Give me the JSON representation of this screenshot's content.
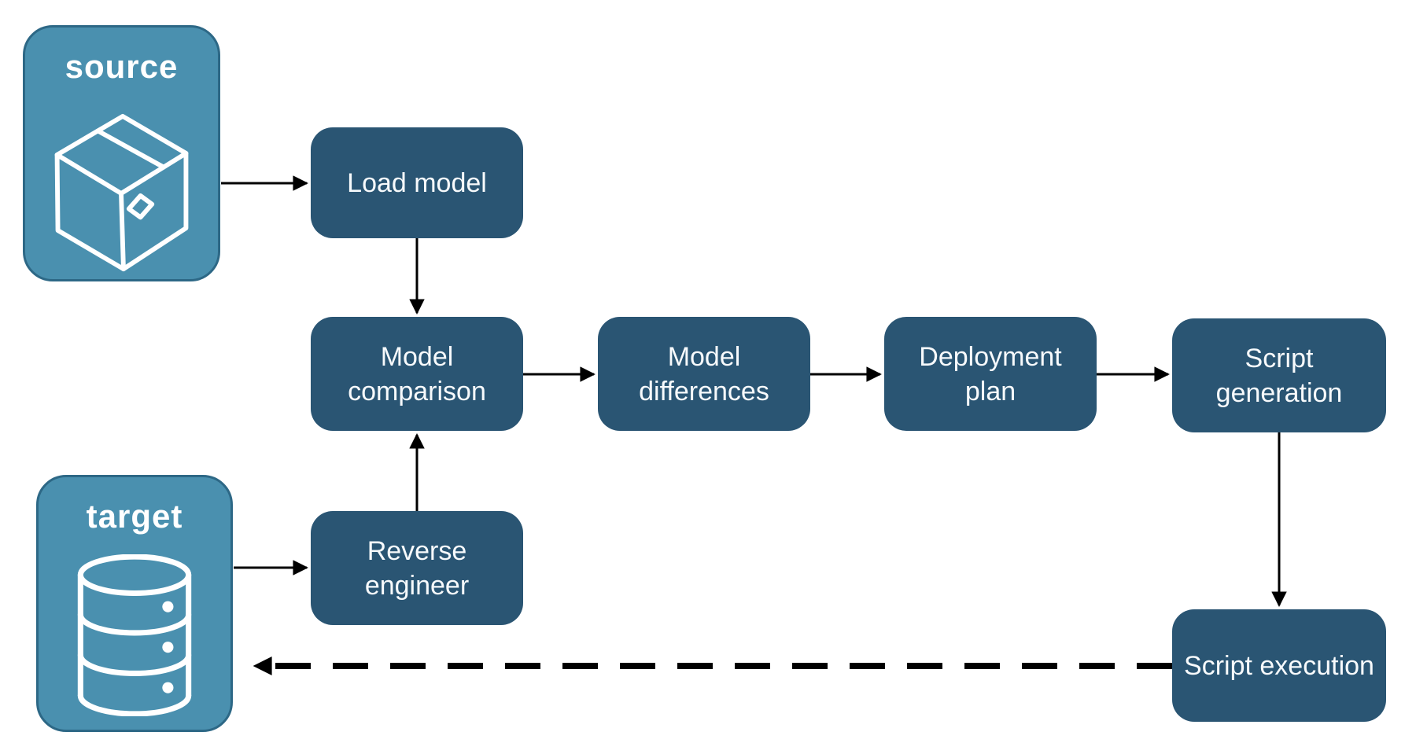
{
  "diagram": {
    "colors": {
      "entity_fill": "#4A90AF",
      "entity_border": "#2D6886",
      "step_fill": "#2A5573",
      "node_text": "#F7FAFC",
      "arrow": "#000000",
      "canvas_bg": "#FFFFFF"
    },
    "entities": [
      {
        "id": "source",
        "label": "source",
        "icon": "package-icon"
      },
      {
        "id": "target",
        "label": "target",
        "icon": "database-icon"
      }
    ],
    "steps": [
      {
        "id": "load-model",
        "label": "Load model"
      },
      {
        "id": "model-comparison",
        "label": "Model comparison"
      },
      {
        "id": "model-differences",
        "label": "Model differences"
      },
      {
        "id": "deployment-plan",
        "label": "Deployment plan"
      },
      {
        "id": "script-generation",
        "label": "Script generation"
      },
      {
        "id": "script-execution",
        "label": "Script execution"
      },
      {
        "id": "reverse-engineer",
        "label": "Reverse engineer"
      }
    ],
    "flows": [
      {
        "from": "source",
        "to": "load-model",
        "style": "solid"
      },
      {
        "from": "load-model",
        "to": "model-comparison",
        "style": "solid"
      },
      {
        "from": "model-comparison",
        "to": "model-differences",
        "style": "solid"
      },
      {
        "from": "model-differences",
        "to": "deployment-plan",
        "style": "solid"
      },
      {
        "from": "deployment-plan",
        "to": "script-generation",
        "style": "solid"
      },
      {
        "from": "script-generation",
        "to": "script-execution",
        "style": "solid"
      },
      {
        "from": "target",
        "to": "reverse-engineer",
        "style": "solid"
      },
      {
        "from": "reverse-engineer",
        "to": "model-comparison",
        "style": "solid"
      },
      {
        "from": "script-execution",
        "to": "target",
        "style": "dashed"
      }
    ]
  }
}
